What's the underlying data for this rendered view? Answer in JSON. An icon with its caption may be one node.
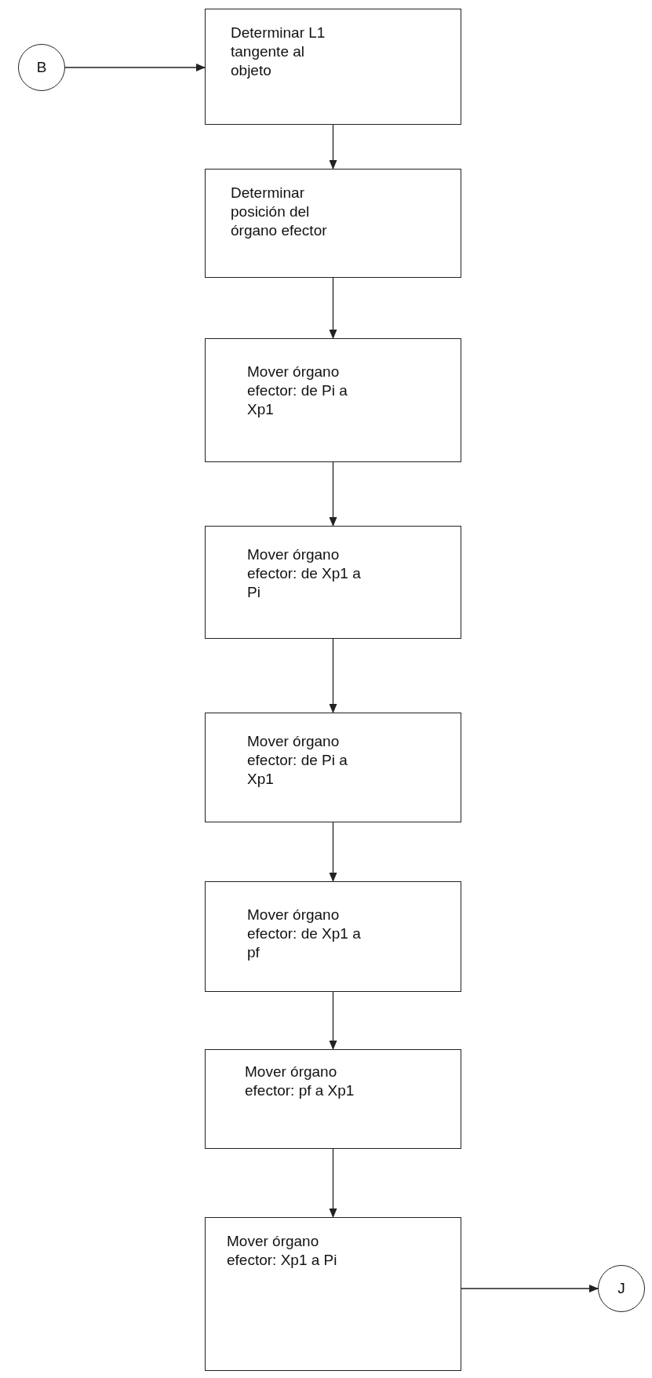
{
  "diagram": {
    "nodes": [
      {
        "text": [
          "B"
        ]
      },
      {
        "text": [
          "Determinar L1 tangente al objeto"
        ]
      },
      {
        "text": [
          "Determinar posición del órgano efector"
        ]
      },
      {
        "text": [
          "Mover órgano efector: de Pi a Xp1"
        ]
      },
      {
        "text": [
          "Mover órgano efector: de Xp1 a Pi"
        ]
      },
      {
        "text": [
          "Mover órgano efector: de Pi a Xp1"
        ]
      },
      {
        "text": [
          "Mover órgano efector: de Xp1 a pf"
        ]
      },
      {
        "text": [
          "Mover órgano efector: pf a Xp1"
        ]
      },
      {
        "text": [
          "Mover órgano efector: Xp1 a Pi"
        ]
      },
      {
        "text": [
          "J"
        ]
      }
    ],
    "edges": [
      {
        "from": 0,
        "to": 1,
        "arrow": "to"
      },
      {
        "from": 1,
        "to": 2,
        "arrow": "to"
      },
      {
        "from": 2,
        "to": 3,
        "arrow": "to"
      },
      {
        "from": 3,
        "to": 4,
        "arrow": "to"
      },
      {
        "from": 4,
        "to": 5,
        "arrow": "to"
      },
      {
        "from": 5,
        "to": 6,
        "arrow": "to"
      },
      {
        "from": 6,
        "to": 7,
        "arrow": "to"
      },
      {
        "from": 7,
        "to": 8,
        "arrow": "to"
      },
      {
        "from": 8,
        "to": 9,
        "arrow": "to"
      }
    ]
  }
}
